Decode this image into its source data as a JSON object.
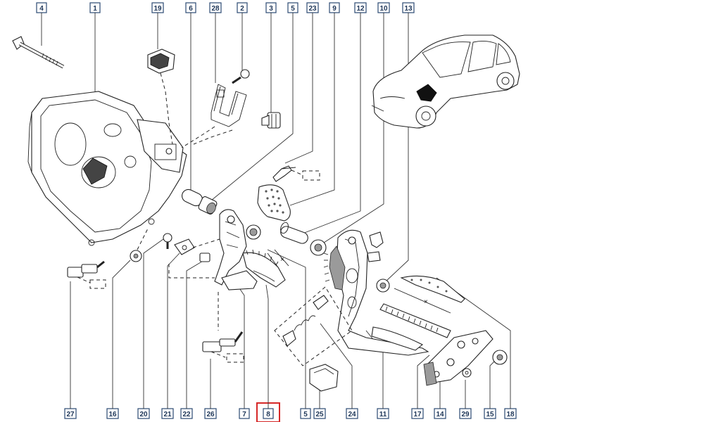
{
  "diagram": {
    "callouts_top": [
      "4",
      "1",
      "19",
      "6",
      "28",
      "2",
      "3",
      "5",
      "23",
      "9",
      "12",
      "10",
      "13"
    ],
    "callouts_bottom": [
      "27",
      "16",
      "20",
      "21",
      "22",
      "26",
      "7",
      "8",
      "5",
      "25",
      "24",
      "11",
      "17",
      "14",
      "29",
      "15",
      "18"
    ],
    "highlight_color": "#d62828",
    "highlighted_callout": "8",
    "box_color": "#2c4a73"
  }
}
